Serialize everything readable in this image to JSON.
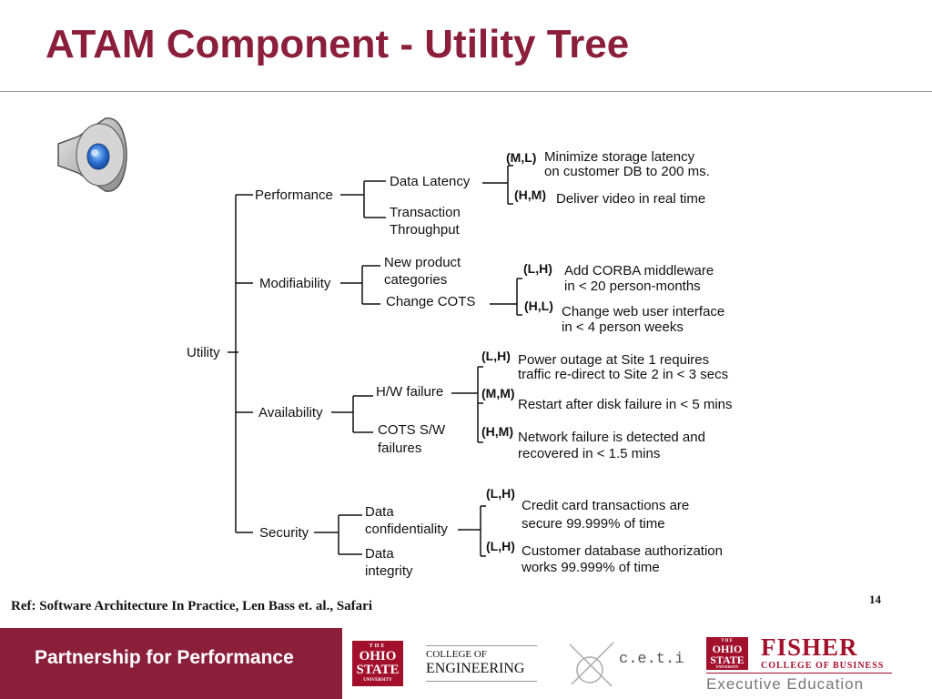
{
  "slide": {
    "title": "ATAM Component - Utility Tree",
    "page_number": "14",
    "reference": "Ref: Software Architecture In Practice, Len Bass et. al., Safari"
  },
  "tree": {
    "root": "Utility",
    "attributes": {
      "performance": "Performance",
      "modifiability": "Modifiability",
      "availability": "Availability",
      "security": "Security"
    },
    "refinements": {
      "data_latency": "Data Latency",
      "transaction_throughput": [
        "Transaction",
        "Throughput"
      ],
      "new_product_categories": [
        "New product",
        "categories"
      ],
      "change_cots": "Change COTS",
      "hw_failure": "H/W failure",
      "cots_sw_failures": [
        "COTS S/W",
        "failures"
      ],
      "data_confidentiality": [
        "Data",
        "confidentiality"
      ],
      "data_integrity": [
        "Data",
        "integrity"
      ]
    },
    "scenarios": [
      {
        "priority": "(M,L)",
        "lines": [
          "Minimize storage latency",
          "on customer DB to 200 ms."
        ]
      },
      {
        "priority": "(H,M)",
        "lines": [
          "Deliver video in real time"
        ]
      },
      {
        "priority": "(L,H)",
        "lines": [
          "Add CORBA middleware",
          "in < 20 person-months"
        ]
      },
      {
        "priority": "(H,L)",
        "lines": [
          "Change web user interface",
          "in < 4 person weeks"
        ]
      },
      {
        "priority": "(L,H)",
        "lines": [
          "Power outage at Site 1 requires",
          "traffic re-direct to Site 2 in < 3 secs"
        ]
      },
      {
        "priority": "(M,M)",
        "lines": [
          "Restart after disk failure in < 5 mins"
        ]
      },
      {
        "priority": "(H,M)",
        "lines": [
          "Network failure is detected and",
          "recovered in < 1.5 mins"
        ]
      },
      {
        "priority": "(L,H)",
        "lines": [
          "Credit card transactions are",
          "secure 99.999% of time"
        ]
      },
      {
        "priority": "(L,H)",
        "lines": [
          "Customer database authorization",
          "works 99.999% of time"
        ]
      }
    ]
  },
  "footer": {
    "tagline": "Partnership for Performance",
    "osu_logo": {
      "line1": "THE",
      "line2": "OHIO STATE",
      "line3": "UNIVERSITY"
    },
    "coe_logo": {
      "line1": "COLLEGE OF",
      "line2": "ENGINEERING"
    },
    "ceti": "c.e.t.i",
    "fisher": {
      "name": "FISHER",
      "sub": "COLLEGE OF BUSINESS",
      "exec": "Executive Education"
    }
  },
  "colors": {
    "brand": "#8b1f3b",
    "osu_red": "#a3102c"
  },
  "icons": {
    "audio": "speaker-icon"
  }
}
